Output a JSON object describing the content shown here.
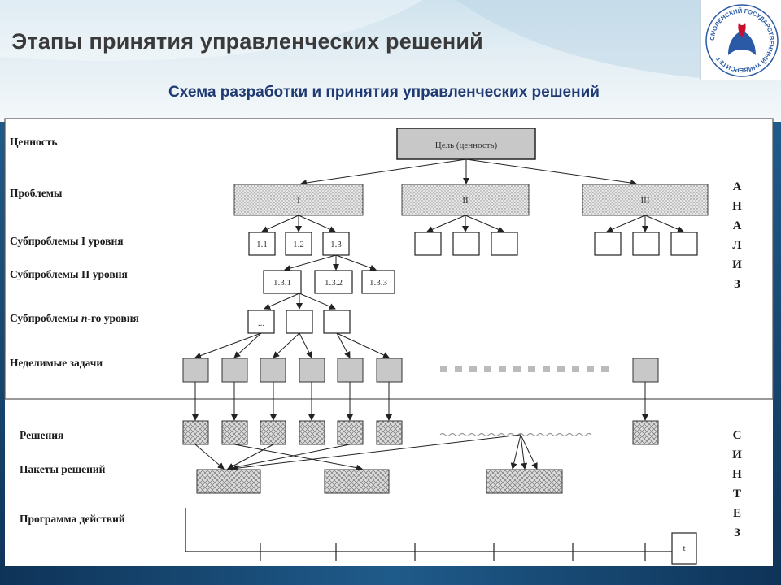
{
  "header": {
    "title": "Этапы принятия управленческих решений",
    "subtitle": "Схема разработки и принятия управленческих решений",
    "logo_text": "СМОЛЕНСКИЙ ГОСУДАРСТВЕННЫЙ УНИВЕРСИТЕТ"
  },
  "levels": [
    "Ценность",
    "Проблемы",
    "Субпроблемы I уровня",
    "Субпроблемы II уровня",
    "Субпроблемы n-го уровня",
    "Неделимые задачи",
    "Решения",
    "Пакеты решений",
    "Программа действий"
  ],
  "goal": "Цель (ценность)",
  "problems": [
    "I",
    "II",
    "III"
  ],
  "sub1": [
    "1.1",
    "1.2",
    "1.3"
  ],
  "sub2": [
    "1.3.1",
    "1.3.2",
    "1.3.3"
  ],
  "subn": "...",
  "timeline_label": "t",
  "analysis_letters": [
    "А",
    "Н",
    "А",
    "Л",
    "И",
    "З"
  ],
  "synthesis_letters": [
    "С",
    "И",
    "Н",
    "Т",
    "Е",
    "З"
  ],
  "colors": {
    "title": "#3a3a3a",
    "subtitle": "#1f3a73",
    "frame_blue": "#1f5b8a",
    "box_gray": "#c8c8c8",
    "logo_blue": "#2a5aa6",
    "logo_red": "#c8102e"
  }
}
